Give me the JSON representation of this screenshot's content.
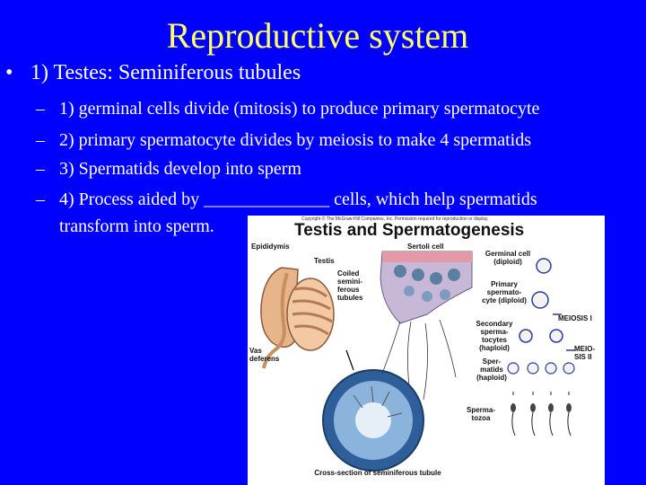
{
  "slide": {
    "title": "Reproductive system",
    "bullet_mark": "•",
    "bullet": "1) Testes: Seminiferous tubules",
    "dash": "–",
    "items": [
      "1) germinal cells divide (mitosis) to produce primary spermatocyte",
      "2) primary spermatocyte divides by meiosis to make 4 spermatids",
      "3) Spermatids develop into sperm",
      "4) Process aided by ______________ cells, which help spermatids"
    ],
    "item4_continued": "transform into sperm.",
    "colors": {
      "background": "#0000ff",
      "title": "#ffff66",
      "text": "#ffffff"
    }
  },
  "figure": {
    "copyright": "Copyright © The McGraw-Hill Companies, Inc. Permission required for reproduction or display.",
    "title": "Testis and Spermatogenesis",
    "labels": {
      "epididymis": "Epididymis",
      "testis": "Testis",
      "coiled": "Coiled semini- ferous tubules",
      "vas": "Vas deferens",
      "cross_section": "Cross-section of seminiferous tubule",
      "sertoli": "Sertoli cell",
      "germinal": "Germinal cell (diploid)",
      "primary": "Primary spermato- cyte (diploid)",
      "meiosis1": "MEIOSIS I",
      "secondary": "Secondary sperma- tocytes (haploid)",
      "meiosis2": "MEIO- SIS II",
      "spermatids": "Sper- matids (haploid)",
      "spermatozoa": "Sperma- tozoa"
    }
  }
}
